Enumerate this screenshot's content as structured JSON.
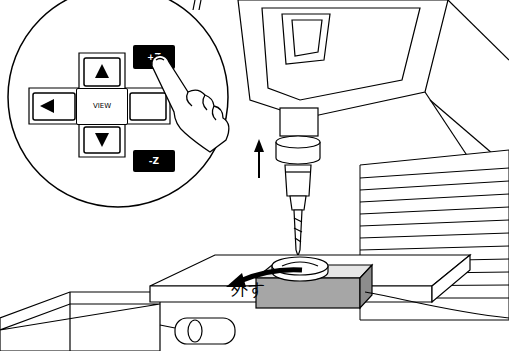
{
  "diagram": {
    "nodes": [
      {
        "text": [
          "+Z"
        ]
      },
      {
        "text": [
          "VIEW"
        ]
      },
      {
        "text": [
          "-Z"
        ]
      }
    ],
    "labels": [
      "外す"
    ]
  }
}
